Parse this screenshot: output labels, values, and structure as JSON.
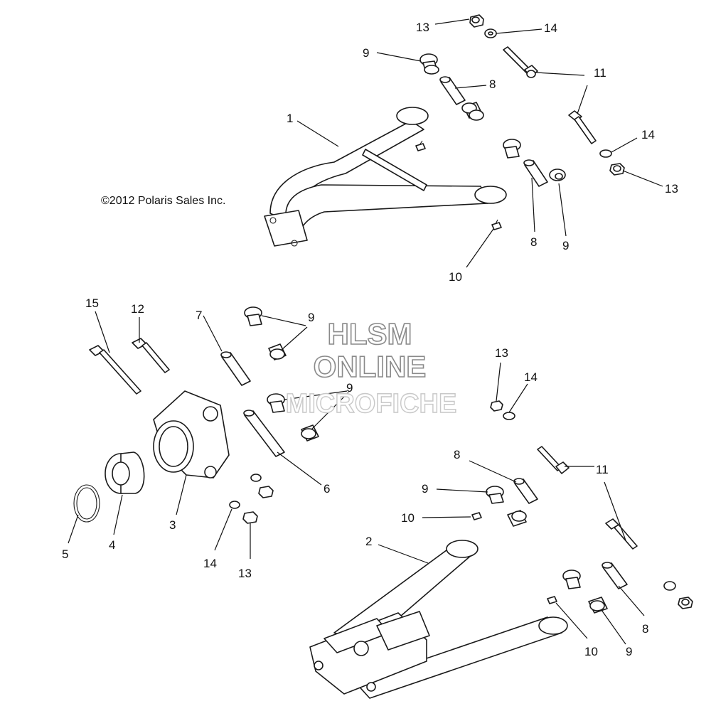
{
  "copyright": "©2012 Polaris Sales Inc.",
  "watermark": {
    "line1": "HLSM",
    "line2": "ONLINE",
    "line3": "MICROFICHE"
  },
  "callouts": [
    {
      "text": "13"
    },
    {
      "text": "14"
    },
    {
      "text": "9"
    },
    {
      "text": "11"
    },
    {
      "text": "8"
    },
    {
      "text": "1"
    },
    {
      "text": "14"
    },
    {
      "text": "13"
    },
    {
      "text": "8"
    },
    {
      "text": "9"
    },
    {
      "text": "10"
    },
    {
      "text": "15"
    },
    {
      "text": "12"
    },
    {
      "text": "7"
    },
    {
      "text": "9"
    },
    {
      "text": "9"
    },
    {
      "text": "13"
    },
    {
      "text": "14"
    },
    {
      "text": "8"
    },
    {
      "text": "11"
    },
    {
      "text": "6"
    },
    {
      "text": "9"
    },
    {
      "text": "10"
    },
    {
      "text": "3"
    },
    {
      "text": "4"
    },
    {
      "text": "5"
    },
    {
      "text": "14"
    },
    {
      "text": "13"
    },
    {
      "text": "2"
    },
    {
      "text": "8"
    },
    {
      "text": "10"
    },
    {
      "text": "9"
    }
  ],
  "colors": {
    "line": "#111111",
    "watermark_dark": "#8a8a8a",
    "watermark_light": "#c8c8c8"
  }
}
